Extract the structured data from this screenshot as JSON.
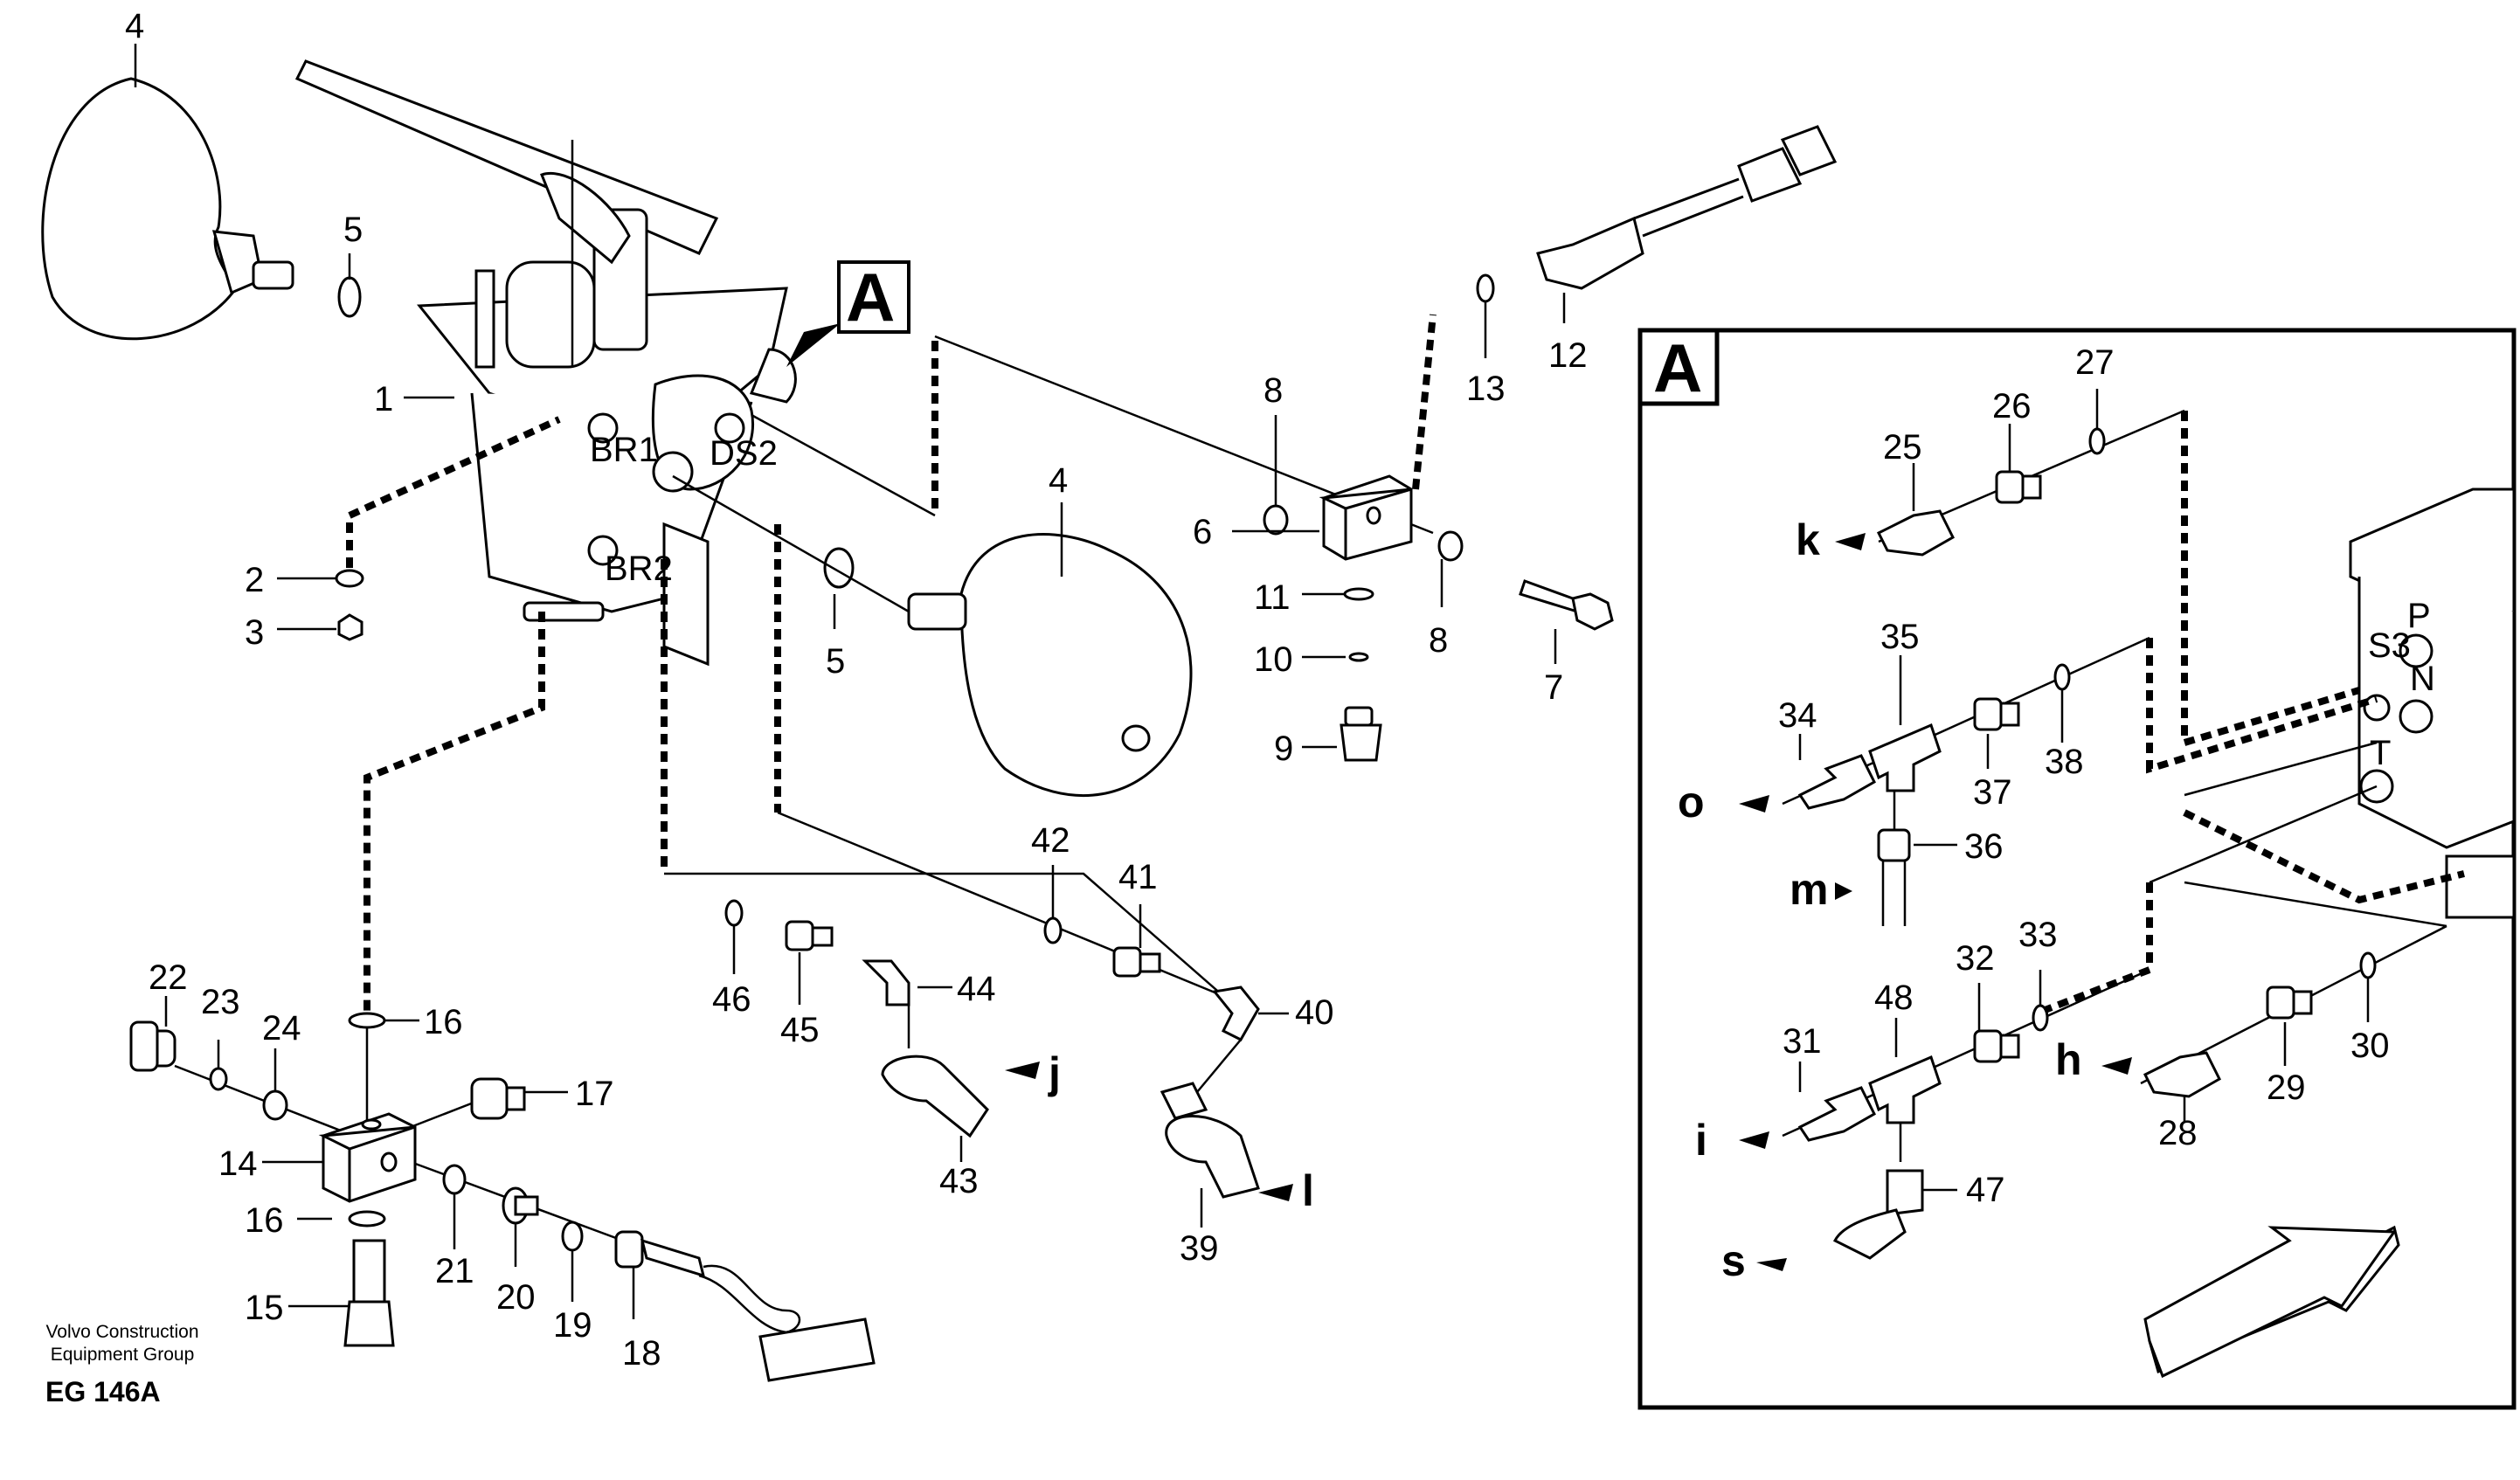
{
  "footer": {
    "company_line1": "Volvo Construction",
    "company_line2": "Equipment Group",
    "code": "EG 146A"
  },
  "callout_main": "A",
  "inset": {
    "title": "A"
  },
  "labels": {
    "p1": "1",
    "p2": "2",
    "p3": "3",
    "p4a": "4",
    "p4b": "4",
    "p5a": "5",
    "p5b": "5",
    "p6": "6",
    "p7": "7",
    "p8a": "8",
    "p8b": "8",
    "p9": "9",
    "p10": "10",
    "p11": "11",
    "p12": "12",
    "p13": "13",
    "p14": "14",
    "p15": "15",
    "p16a": "16",
    "p16b": "16",
    "p17": "17",
    "p18": "18",
    "p19": "19",
    "p20": "20",
    "p21": "21",
    "p22": "22",
    "p23": "23",
    "p24": "24",
    "p25": "25",
    "p26": "26",
    "p27": "27",
    "p28": "28",
    "p29": "29",
    "p30": "30",
    "p31": "31",
    "p32": "32",
    "p33": "33",
    "p34": "34",
    "p35": "35",
    "p36": "36",
    "p37": "37",
    "p38": "38",
    "p39": "39",
    "p40": "40",
    "p41": "41",
    "p42": "42",
    "p43": "43",
    "p44": "44",
    "p45": "45",
    "p46": "46",
    "p47": "47",
    "p48": "48"
  },
  "ports": {
    "br1": "BR1",
    "br2": "BR2",
    "ds2": "DS2",
    "p": "P",
    "s3": "S3",
    "n": "N",
    "t": "T"
  },
  "connections": {
    "j": "j",
    "l": "l",
    "k": "k",
    "o": "o",
    "m": "m",
    "h": "h",
    "i": "i",
    "s": "s"
  }
}
